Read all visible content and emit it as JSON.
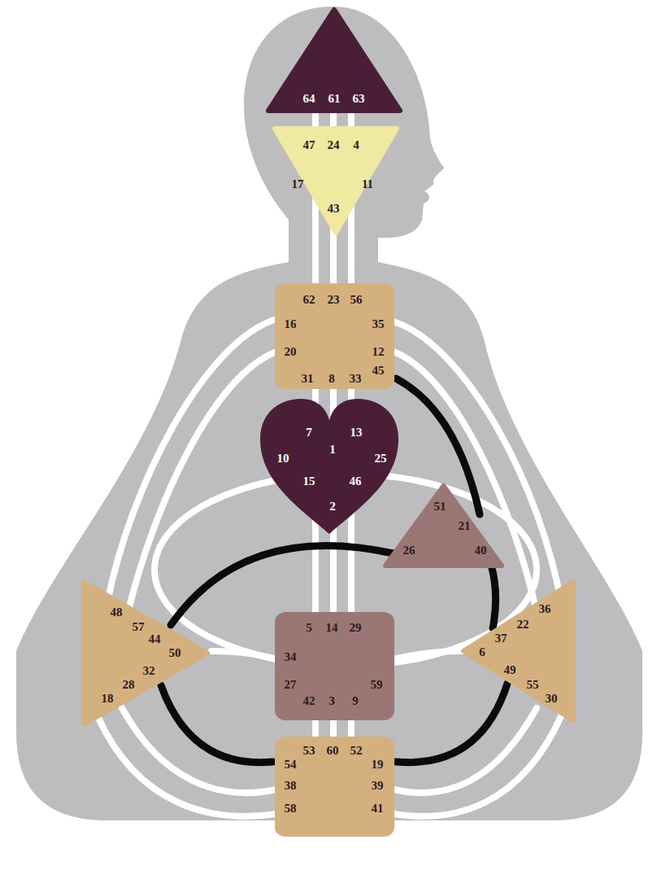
{
  "diagram": {
    "nodes": [
      {
        "text": [
          "64",
          "61",
          "63"
        ]
      },
      {
        "text": [
          "47",
          "24",
          "4",
          "17",
          "11",
          "43"
        ]
      },
      {
        "text": [
          "62",
          "23",
          "56",
          "16",
          "35",
          "20",
          "12",
          "45",
          "31",
          "8",
          "33"
        ]
      },
      {
        "text": [
          "7",
          "13",
          "1",
          "10",
          "25",
          "15",
          "46",
          "2"
        ]
      },
      {
        "text": [
          "51",
          "21",
          "26",
          "40"
        ]
      },
      {
        "text": [
          "48",
          "57",
          "44",
          "50",
          "32",
          "28",
          "18"
        ]
      },
      {
        "text": [
          "5",
          "14",
          "29",
          "34",
          "27",
          "59",
          "42",
          "3",
          "9"
        ]
      },
      {
        "text": [
          "36",
          "22",
          "37",
          "6",
          "49",
          "55",
          "30"
        ]
      },
      {
        "text": [
          "53",
          "60",
          "52",
          "54",
          "19",
          "38",
          "39",
          "58",
          "41"
        ]
      }
    ],
    "edges": [
      {
        "from": 2,
        "to": 4,
        "arrow": "none"
      },
      {
        "from": 4,
        "to": 5,
        "arrow": "none"
      },
      {
        "from": 4,
        "to": 7,
        "arrow": "none"
      },
      {
        "from": 5,
        "to": 8,
        "arrow": "none"
      },
      {
        "from": 7,
        "to": 8,
        "arrow": "none"
      }
    ]
  }
}
